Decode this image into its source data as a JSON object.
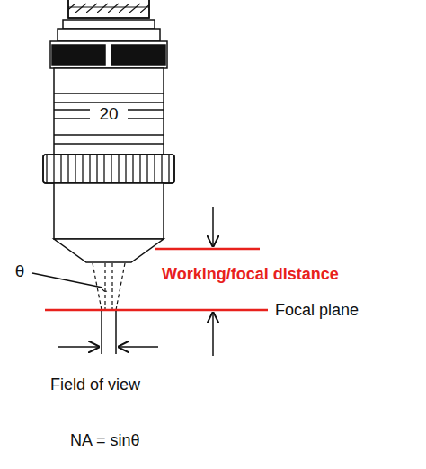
{
  "diagram": {
    "labels": [
      "20",
      "θ",
      "Working/focal distance",
      "Focal plane",
      "Field of view",
      "NA = sinθ"
    ]
  }
}
